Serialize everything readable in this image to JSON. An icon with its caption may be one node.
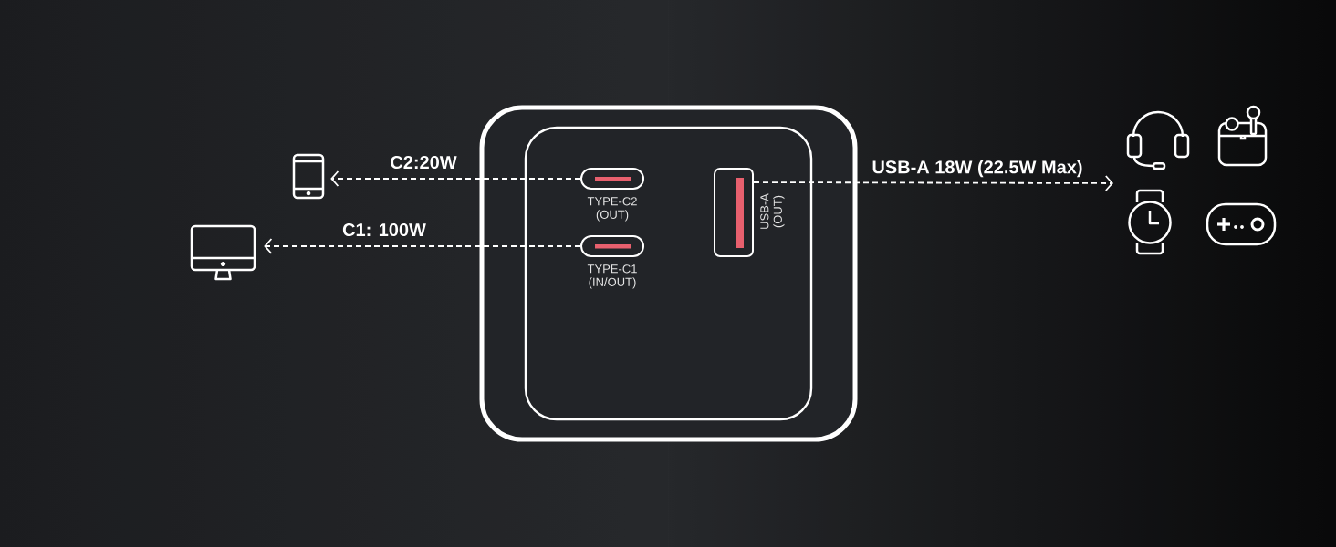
{
  "diagram": {
    "nodes": [
      {
        "text": [],
        "shape": "box"
      },
      {
        "text": [],
        "shape": "box",
        "in": 0
      },
      {
        "text": [
          "TYPE-C2 (OUT)"
        ],
        "in": 1
      },
      {
        "text": [
          "TYPE-C1 (IN/OUT)"
        ],
        "in": 1
      },
      {
        "text": [
          "USB-A (OUT)"
        ],
        "in": 1
      },
      {
        "text": [],
        "shape": "picture"
      },
      {
        "text": [],
        "shape": "picture"
      },
      {
        "text": [],
        "shape": "picture"
      },
      {
        "text": [],
        "shape": "picture"
      },
      {
        "text": [],
        "shape": "picture"
      },
      {
        "text": [],
        "shape": "picture"
      }
    ],
    "edges": [
      {
        "from": 2,
        "to": 5,
        "arrow": "to",
        "label": "C2:20W",
        "style": "dashed"
      },
      {
        "from": 3,
        "to": 6,
        "arrow": "to",
        "label": "C1: 100W",
        "style": "dashed"
      },
      {
        "from": 4,
        "to": null,
        "arrow": "to",
        "label": "USB-A 18W (22.5W Max)",
        "style": "dashed"
      }
    ]
  }
}
